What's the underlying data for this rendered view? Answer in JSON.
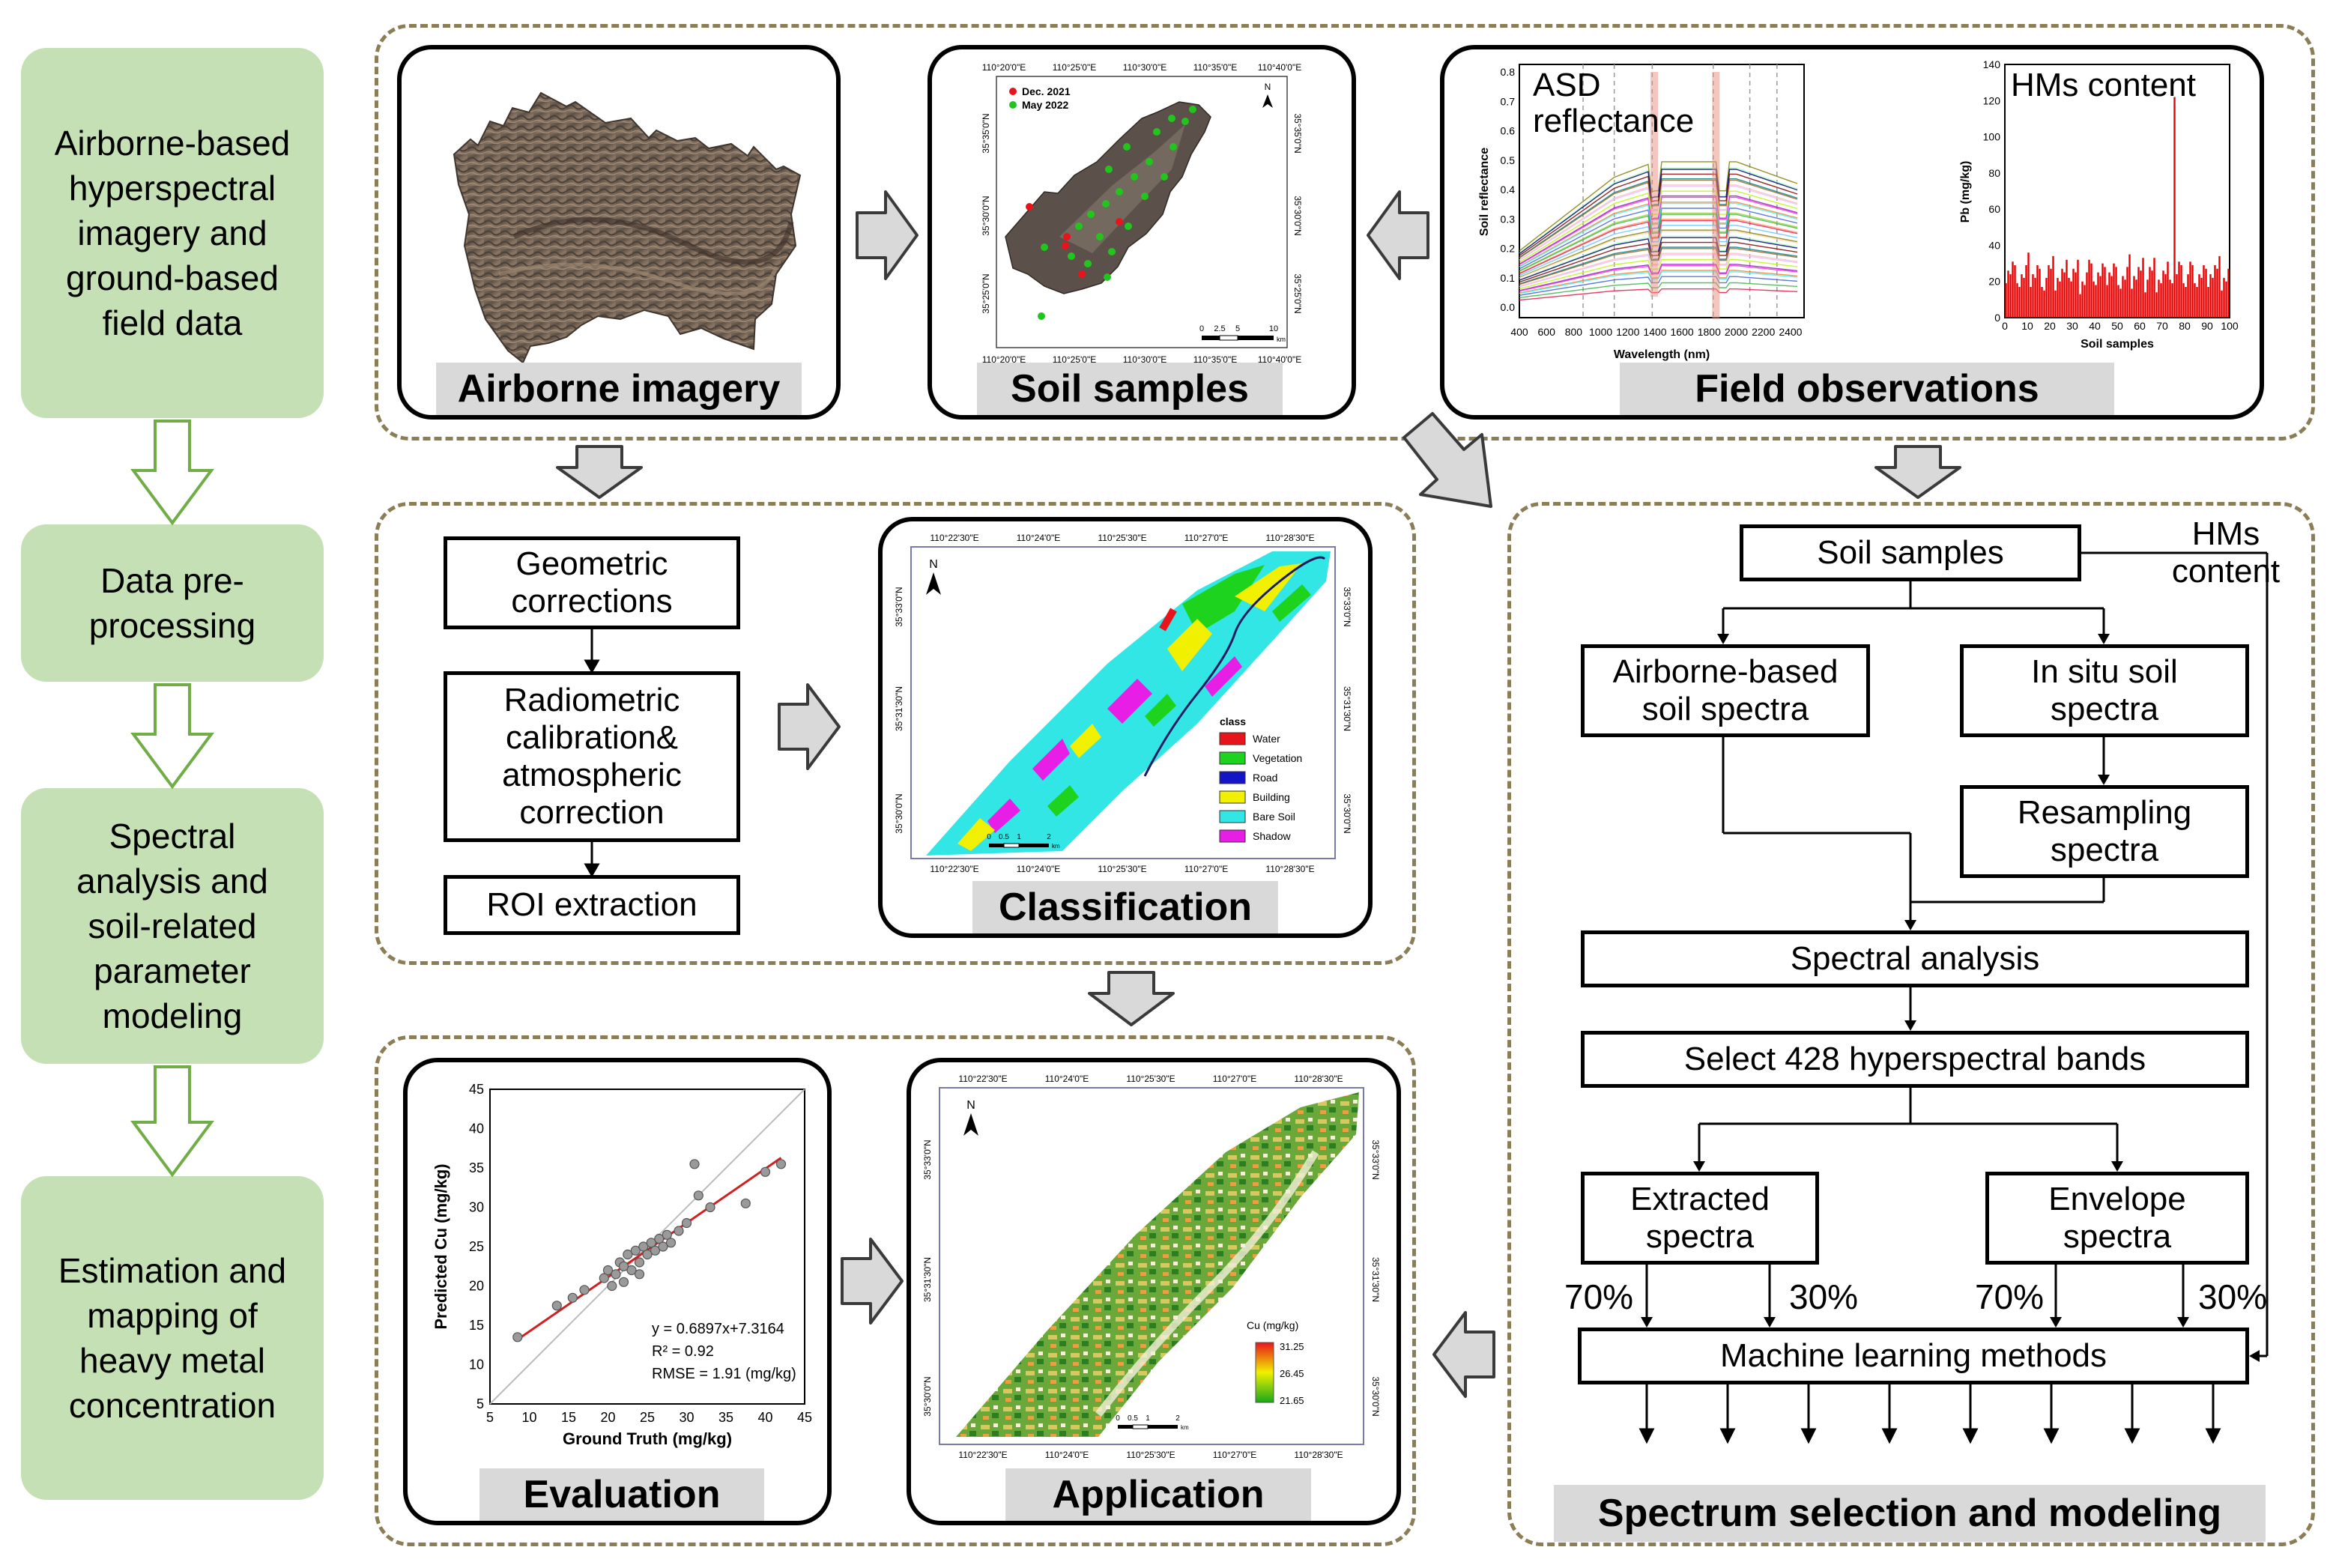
{
  "steps": [
    {
      "label": "Airborne-based\nhyperspectral\nimagery and\nground-based\nfield data"
    },
    {
      "label": "Data pre-\nprocessing"
    },
    {
      "label": "Spectral\nanalysis and\nsoil-related\nparameter\nmodeling"
    },
    {
      "label": "Estimation and\nmapping of\nheavy metal\nconcentration"
    }
  ],
  "panels": {
    "airborne": "Airborne imagery",
    "soil": "Soil samples",
    "field": "Field observations",
    "classification": "Classification",
    "evaluation": "Evaluation",
    "application": "Application",
    "spectrum": "Spectrum selection and modeling"
  },
  "soil_map": {
    "legend": [
      "Dec. 2021",
      "May 2022"
    ],
    "legend_colors": [
      "#e8141b",
      "#22c51e"
    ],
    "top_ticks": [
      "110°20'0\"E",
      "110°25'0\"E",
      "110°30'0\"E",
      "110°35'0\"E",
      "110°40'0\"E"
    ],
    "bottom_ticks": [
      "110°20'0\"E",
      "110°25'0\"E",
      "110°30'0\"E",
      "110°35'0\"E",
      "110°40'0\"E"
    ],
    "left_ticks": [
      "35°35'0\"N",
      "35°30'0\"N",
      "35°25'0\"N"
    ],
    "right_ticks": [
      "35°35'0\"N",
      "35°30'0\"N",
      "35°25'0\"N"
    ],
    "scale": [
      "0",
      "2.5",
      "5",
      "10"
    ],
    "scale_unit": "km",
    "north": "N"
  },
  "field": {
    "asd_title": "ASD\nreflectance",
    "asd_ylabel": "Soil reflectance",
    "asd_xlabel": "Wavelength (nm)",
    "asd_xticks": [
      "400",
      "600",
      "800",
      "1000",
      "1200",
      "1400",
      "1600",
      "1800",
      "2000",
      "2200",
      "2400"
    ],
    "asd_yticks": [
      "0.0",
      "0.1",
      "0.2",
      "0.3",
      "0.4",
      "0.5",
      "0.6",
      "0.7",
      "0.8"
    ],
    "hm_title": "HMs content",
    "hm_ylabel": "Pb (mg/kg)",
    "hm_xlabel": "Soil samples",
    "hm_xticks": [
      "0",
      "10",
      "20",
      "30",
      "40",
      "50",
      "60",
      "70",
      "80",
      "90",
      "100"
    ],
    "hm_yticks": [
      "0",
      "20",
      "40",
      "60",
      "80",
      "100",
      "120",
      "140"
    ],
    "hm_color": "#e60000"
  },
  "preprocess": {
    "geometric": "Geometric\ncorrections",
    "radiometric": "Radiometric\ncalibration&\natmospheric\ncorrection",
    "roi": "ROI extraction"
  },
  "class_map": {
    "top_ticks": [
      "110°22'30\"E",
      "110°24'0\"E",
      "110°25'30\"E",
      "110°27'0\"E",
      "110°28'30\"E"
    ],
    "bottom_ticks": [
      "110°22'30\"E",
      "110°24'0\"E",
      "110°25'30\"E",
      "110°27'0\"E",
      "110°28'30\"E"
    ],
    "left_ticks": [
      "35°33'0\"N",
      "35°31'30\"N",
      "35°30'0\"N"
    ],
    "right_ticks": [
      "35°33'0\"N",
      "35°31'30\"N",
      "35°30'0\"N"
    ],
    "legend_title": "class",
    "legend": [
      {
        "name": "Water",
        "color": "#e8141b"
      },
      {
        "name": "Vegetation",
        "color": "#1ed31e"
      },
      {
        "name": "Road",
        "color": "#1515c8"
      },
      {
        "name": "Building",
        "color": "#f0f000"
      },
      {
        "name": "Bare Soil",
        "color": "#33e6e6"
      },
      {
        "name": "Shadow",
        "color": "#e61ee6"
      }
    ],
    "scale": [
      "0",
      "0.5",
      "1",
      "2"
    ],
    "scale_unit": "km",
    "north": "N"
  },
  "modeling": {
    "soil_samples": "Soil samples",
    "hms_content": "HMs\ncontent",
    "airborne_spectra": "Airborne-based\nsoil spectra",
    "insitu_spectra": "In situ soil\nspectra",
    "resampling": "Resampling\nspectra",
    "spectral_analysis": "Spectral analysis",
    "select_bands": "Select 428 hyperspectral bands",
    "extracted": "Extracted\nspectra",
    "envelope": "Envelope\nspectra",
    "pct": [
      "70%",
      "30%",
      "70%",
      "30%"
    ],
    "ml": "Machine learning methods"
  },
  "evaluation": {
    "ylabel": "Predicted Cu (mg/kg)",
    "xlabel": "Ground Truth (mg/kg)",
    "xticks": [
      "5",
      "10",
      "15",
      "20",
      "25",
      "30",
      "35",
      "40",
      "45"
    ],
    "yticks": [
      "5",
      "10",
      "15",
      "20",
      "25",
      "30",
      "35",
      "40",
      "45"
    ],
    "eq": "y = 0.6897x+7.3164",
    "r2": "R² = 0.92",
    "rmse": "RMSE = 1.91 (mg/kg)"
  },
  "app_map": {
    "top_ticks": [
      "110°22'30\"E",
      "110°24'0\"E",
      "110°25'30\"E",
      "110°27'0\"E",
      "110°28'30\"E"
    ],
    "bottom_ticks": [
      "110°22'30\"E",
      "110°24'0\"E",
      "110°25'30\"E",
      "110°27'0\"E",
      "110°28'30\"E"
    ],
    "left_ticks": [
      "35°33'0\"N",
      "35°31'30\"N",
      "35°30'0\"N"
    ],
    "right_ticks": [
      "35°33'0\"N",
      "35°31'30\"N",
      "35°30'0\"N"
    ],
    "legend_title": "Cu (mg/kg)",
    "legend_values": [
      "31.25",
      "26.45",
      "21.65"
    ],
    "scale": [
      "0",
      "0.5",
      "1",
      "2"
    ],
    "scale_unit": "km",
    "north": "N"
  },
  "colors": {
    "step_fill": "#c5e0b4",
    "dash_border": "#8b7d55",
    "label_fill": "#d9d9d9",
    "arrow_fill": "#d9d9d9",
    "step_arrow": "#70ad47"
  }
}
